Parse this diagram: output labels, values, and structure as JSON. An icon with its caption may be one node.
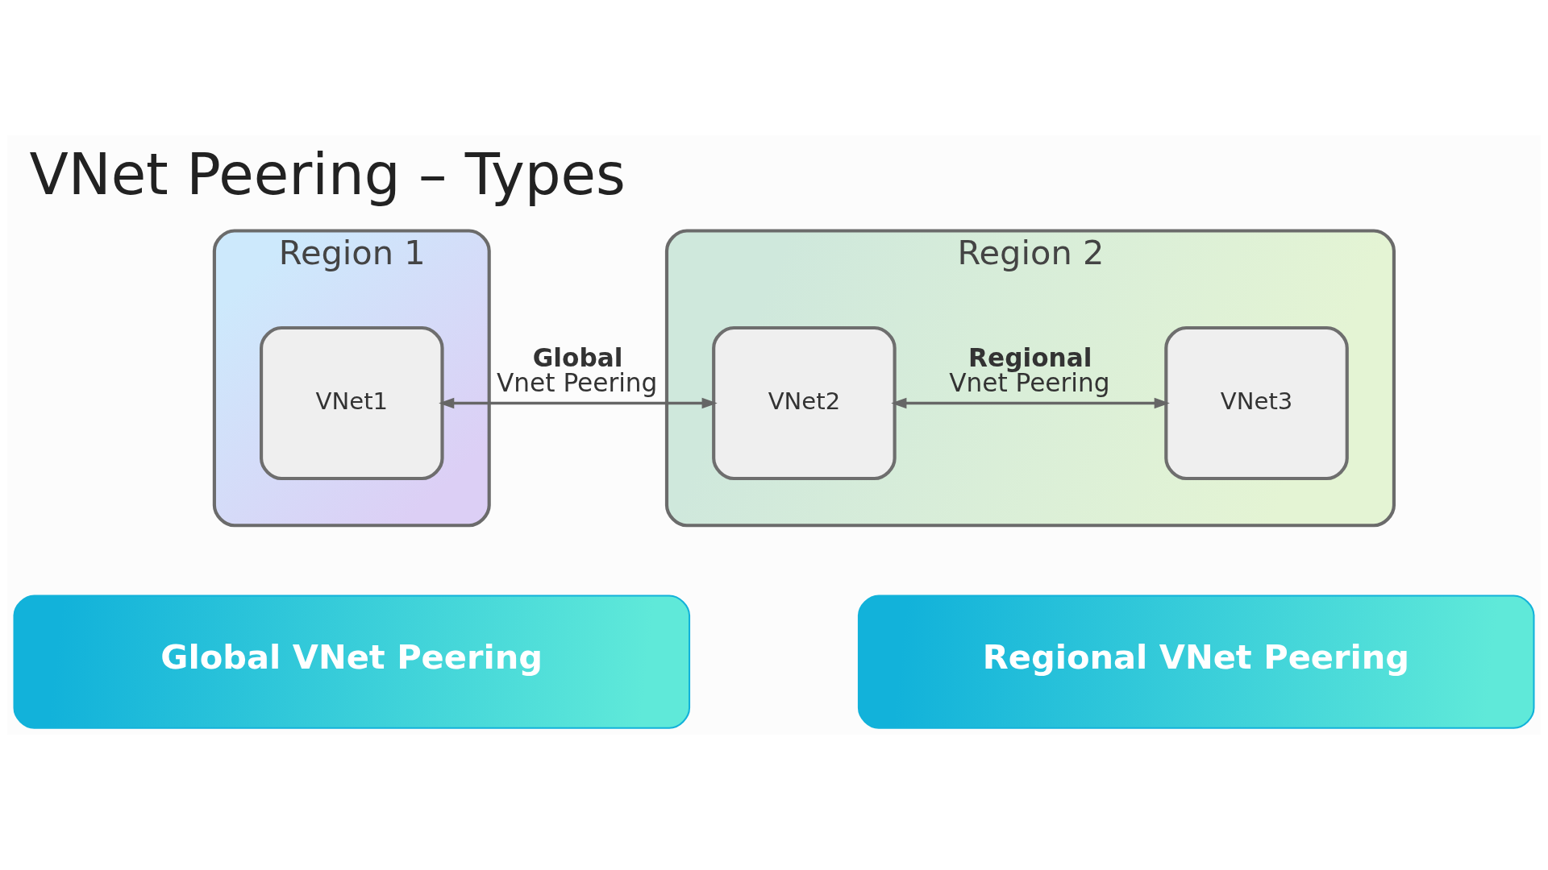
{
  "diagram": {
    "title": "VNet Peering – Types",
    "nodes": [
      {
        "text": [
          "Region 1"
        ]
      },
      {
        "text": [
          "VNet1"
        ],
        "in": 0
      },
      {
        "text": [
          "Region 2"
        ]
      },
      {
        "text": [
          "VNet2"
        ],
        "in": 2
      },
      {
        "text": [
          "VNet3"
        ],
        "in": 2
      },
      {
        "text": [
          "Global VNet Peering"
        ]
      },
      {
        "text": [
          "Regional VNet Peering"
        ]
      }
    ],
    "edges": [
      {
        "from": 1,
        "to": 3,
        "arrow": "both",
        "label": "**Global** Vnet Peering"
      },
      {
        "from": 3,
        "to": 4,
        "arrow": "both",
        "label": "**Regional** Vnet Peering"
      }
    ]
  }
}
